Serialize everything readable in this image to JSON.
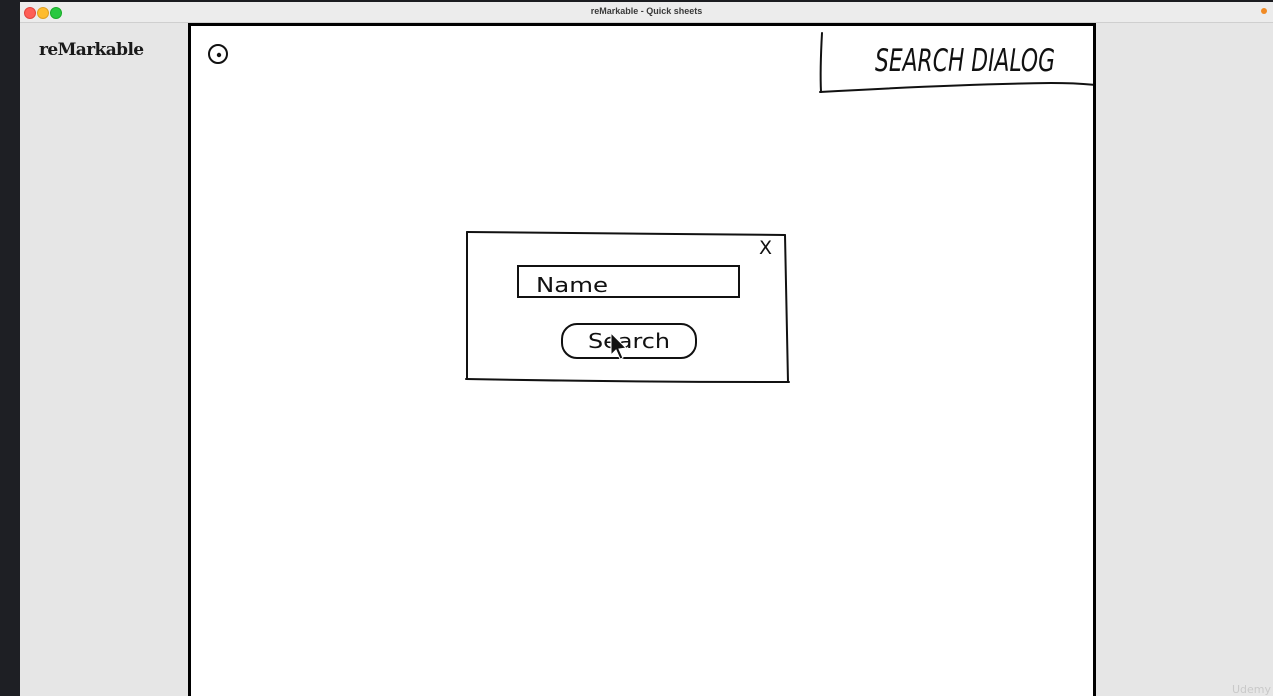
{
  "window": {
    "title": "reMarkable - Quick sheets"
  },
  "sidebar": {
    "brand": "reMarkable"
  },
  "canvas": {
    "heading": "SEARCH DIALOG",
    "dialog": {
      "close_glyph": "X",
      "name_field_text": "Name",
      "search_button_label": "Search"
    }
  },
  "watermark": "Udemy",
  "icons": {
    "tool": "target-circle-icon",
    "cursor": "mouse-pointer-icon"
  },
  "colors": {
    "ink": "#111111",
    "canvas": "#ffffff",
    "sidebar": "#e6e6e6"
  }
}
